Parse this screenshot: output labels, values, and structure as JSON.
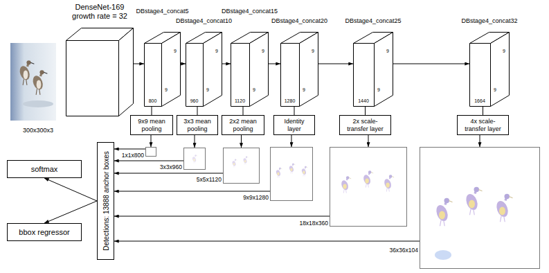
{
  "diagram": {
    "nodes": [
      {
        "text": [
          "DenseNet-169 growth rate = 32"
        ]
      },
      {
        "text": [
          "DBstage4_concat5",
          "800",
          "9",
          "9"
        ]
      },
      {
        "text": [
          "DBstage4_concat10",
          "960",
          "9",
          "9"
        ]
      },
      {
        "text": [
          "DBstage4_concat15",
          "1120",
          "9",
          "9"
        ]
      },
      {
        "text": [
          "DBstage4_concat20",
          "1280",
          "9",
          "9"
        ]
      },
      {
        "text": [
          "DBstage4_concat25",
          "1440",
          "9",
          "9"
        ]
      },
      {
        "text": [
          "DBstage4_concat32",
          "1664",
          "9",
          "9"
        ]
      },
      {
        "text": [
          "9x9 mean pooling"
        ]
      },
      {
        "text": [
          "3x3 mean pooling"
        ]
      },
      {
        "text": [
          "2x2 mean pooling"
        ]
      },
      {
        "text": [
          "Identity layer"
        ]
      },
      {
        "text": [
          "2x scale-transfer layer"
        ]
      },
      {
        "text": [
          "4x scale-transfer layer"
        ]
      },
      {
        "text": [
          "1x1x800"
        ]
      },
      {
        "text": [
          "3x3x960"
        ]
      },
      {
        "text": [
          "5x5x1120"
        ]
      },
      {
        "text": [
          "9x9x1280"
        ]
      },
      {
        "text": [
          "18x18x360"
        ]
      },
      {
        "text": [
          "36x36x104"
        ]
      },
      {
        "text": [
          "Detections: 13888 anchor boxes"
        ]
      },
      {
        "text": [
          "softmax"
        ]
      },
      {
        "text": [
          "bbox regressor"
        ]
      }
    ],
    "edges": [
      {
        "from": 0,
        "to": 1,
        "arrow": "to"
      },
      {
        "from": 1,
        "to": 2,
        "arrow": "to"
      },
      {
        "from": 2,
        "to": 3,
        "arrow": "to"
      },
      {
        "from": 3,
        "to": 4,
        "arrow": "to"
      },
      {
        "from": 4,
        "to": 5,
        "arrow": "to"
      },
      {
        "from": 5,
        "to": 6,
        "arrow": "to"
      },
      {
        "from": 1,
        "to": 7,
        "arrow": "none"
      },
      {
        "from": 2,
        "to": 8,
        "arrow": "none"
      },
      {
        "from": 3,
        "to": 9,
        "arrow": "none"
      },
      {
        "from": 4,
        "to": 10,
        "arrow": "none"
      },
      {
        "from": 5,
        "to": 11,
        "arrow": "none"
      },
      {
        "from": 6,
        "to": 12,
        "arrow": "none"
      },
      {
        "from": 7,
        "to": 13,
        "arrow": "to"
      },
      {
        "from": 8,
        "to": 14,
        "arrow": "to"
      },
      {
        "from": 9,
        "to": 15,
        "arrow": "to"
      },
      {
        "from": 10,
        "to": 16,
        "arrow": "to"
      },
      {
        "from": 11,
        "to": 17,
        "arrow": "to"
      },
      {
        "from": 12,
        "to": 18,
        "arrow": "to"
      },
      {
        "from": 13,
        "to": 19,
        "arrow": "to"
      },
      {
        "from": 14,
        "to": 19,
        "arrow": "to"
      },
      {
        "from": 15,
        "to": 19,
        "arrow": "to"
      },
      {
        "from": 16,
        "to": 19,
        "arrow": "to"
      },
      {
        "from": 17,
        "to": 19,
        "arrow": "to"
      },
      {
        "from": 18,
        "to": 19,
        "arrow": "to"
      },
      {
        "from": 19,
        "to": 20,
        "arrow": "to"
      },
      {
        "from": 19,
        "to": 21,
        "arrow": "to"
      }
    ],
    "labels": [
      "300x300x3"
    ]
  }
}
